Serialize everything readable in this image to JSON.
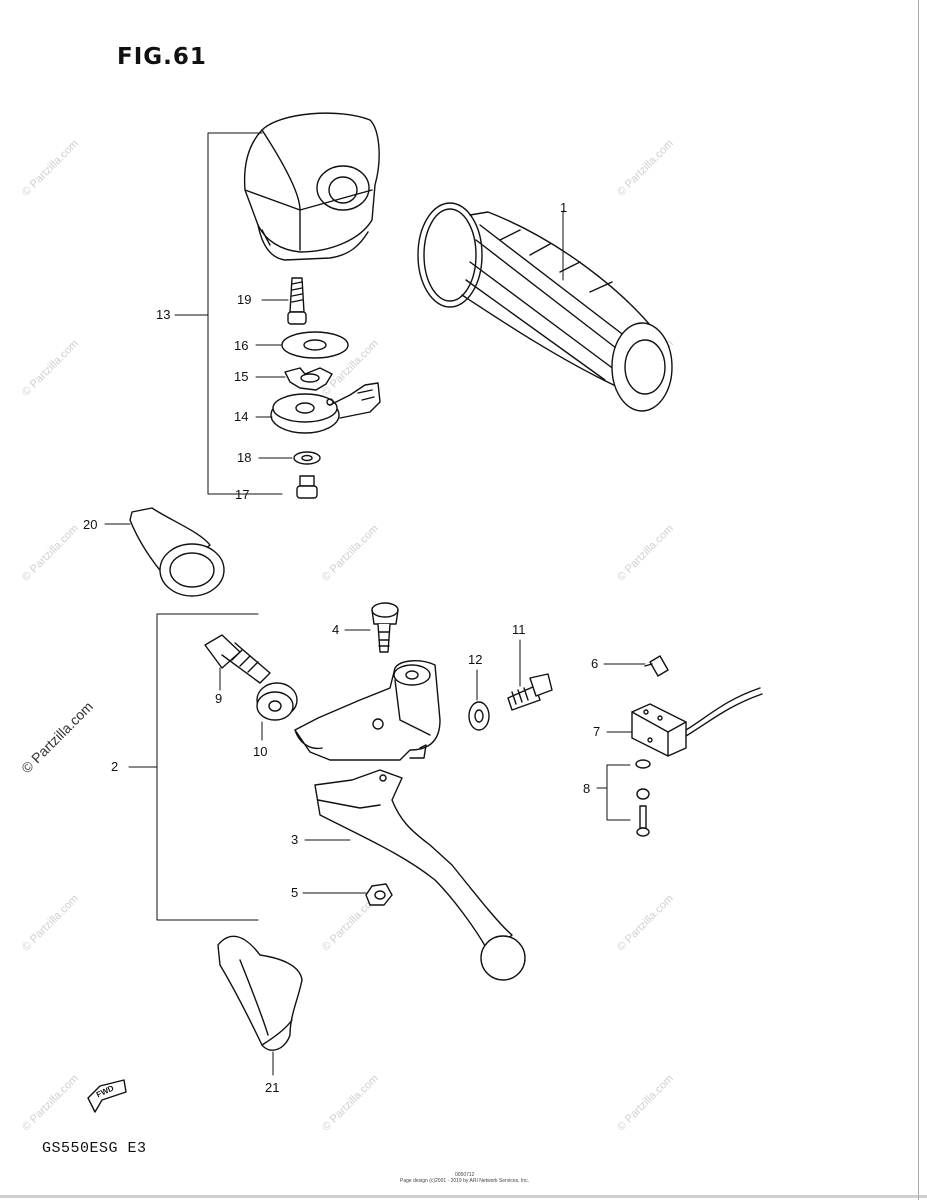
{
  "figure_title": "FIG.61",
  "model_label": "GS550ESG  E3",
  "footer_code": "0050712",
  "footer_note": "Page design (c)2001 - 2019 by ARI Network Services, Inc.",
  "watermark": "© Partzilla.com",
  "fwd_label": "FWD",
  "callouts": {
    "p1": "1",
    "p2": "2",
    "p3": "3",
    "p4": "4",
    "p5": "5",
    "p6": "6",
    "p7": "7",
    "p8": "8",
    "p9": "9",
    "p10": "10",
    "p11": "11",
    "p12": "12",
    "p13": "13",
    "p14": "14",
    "p15": "15",
    "p16": "16",
    "p17": "17",
    "p18": "18",
    "p19": "19",
    "p20": "20",
    "p21": "21"
  }
}
